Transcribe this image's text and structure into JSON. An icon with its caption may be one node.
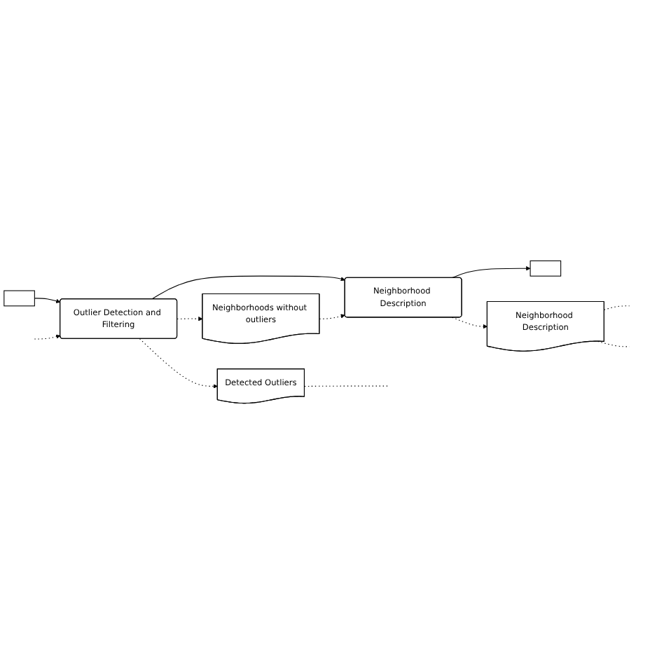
{
  "diagram": {
    "nodes": [
      {
        "text": [
          "Detected Outliers"
        ]
      },
      {
        "text": [
          "Neighborhoods without outliers"
        ]
      },
      {
        "text": [],
        "shape": "box"
      },
      {
        "text": [
          "Outlier Detection and Filtering"
        ]
      },
      {
        "text": [
          "Neighborhood Description"
        ]
      },
      {
        "text": [],
        "shape": "box"
      },
      {
        "text": [
          "Neighborhood Description"
        ]
      }
    ],
    "edges": [
      {
        "from": 2,
        "to": 3,
        "arrow": "to"
      },
      {
        "from": 3,
        "to": 4,
        "arrow": "to"
      },
      {
        "from": 4,
        "to": 5,
        "arrow": "to"
      },
      {
        "from": 3,
        "to": 0,
        "arrow": "to",
        "style": "dashed"
      },
      {
        "from": 3,
        "to": 1,
        "arrow": "to",
        "style": "dashed"
      },
      {
        "from": 1,
        "to": 4,
        "arrow": "to",
        "style": "dashed"
      },
      {
        "from": 4,
        "to": 6,
        "arrow": "to",
        "style": "dashed"
      },
      {
        "from": null,
        "to": 3,
        "arrow": "to",
        "style": "dashed"
      },
      {
        "from": 0,
        "to": null,
        "arrow": "none",
        "style": "dashed"
      },
      {
        "from": 6,
        "to": null,
        "arrow": "none",
        "style": "dashed"
      },
      {
        "from": 6,
        "to": null,
        "arrow": "none",
        "style": "dashed"
      }
    ]
  }
}
